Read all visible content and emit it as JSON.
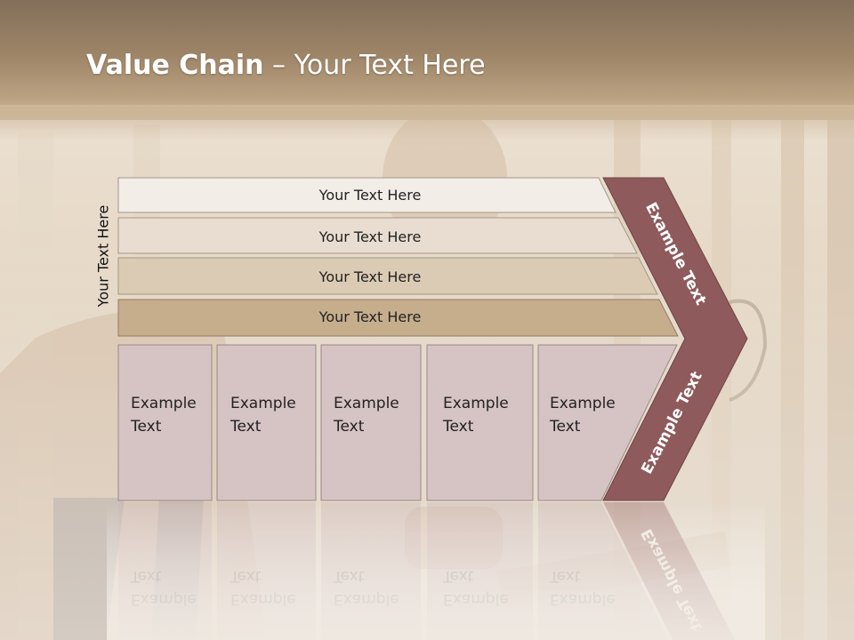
{
  "title": {
    "bold": "Value Chain",
    "rest": " – Your Text Here"
  },
  "side_label": "Your Text Here",
  "rows": [
    "Your Text Here",
    "Your Text Here",
    "Your Text Here",
    "Your Text Here"
  ],
  "boxes": [
    {
      "line1": "Example",
      "line2": "Text"
    },
    {
      "line1": "Example",
      "line2": "Text"
    },
    {
      "line1": "Example",
      "line2": "Text"
    },
    {
      "line1": "Example",
      "line2": "Text"
    },
    {
      "line1": "Example",
      "line2": "Text"
    }
  ],
  "arrow_top": "Example Text",
  "arrow_bottom": "Example Text",
  "colors": {
    "row1": "#f2ede6",
    "row2": "#e8ddd0",
    "row3": "#dccbb4",
    "row4": "#c6ad8c",
    "box": "#d6c3c4",
    "arrow": "#8e5a5c"
  }
}
